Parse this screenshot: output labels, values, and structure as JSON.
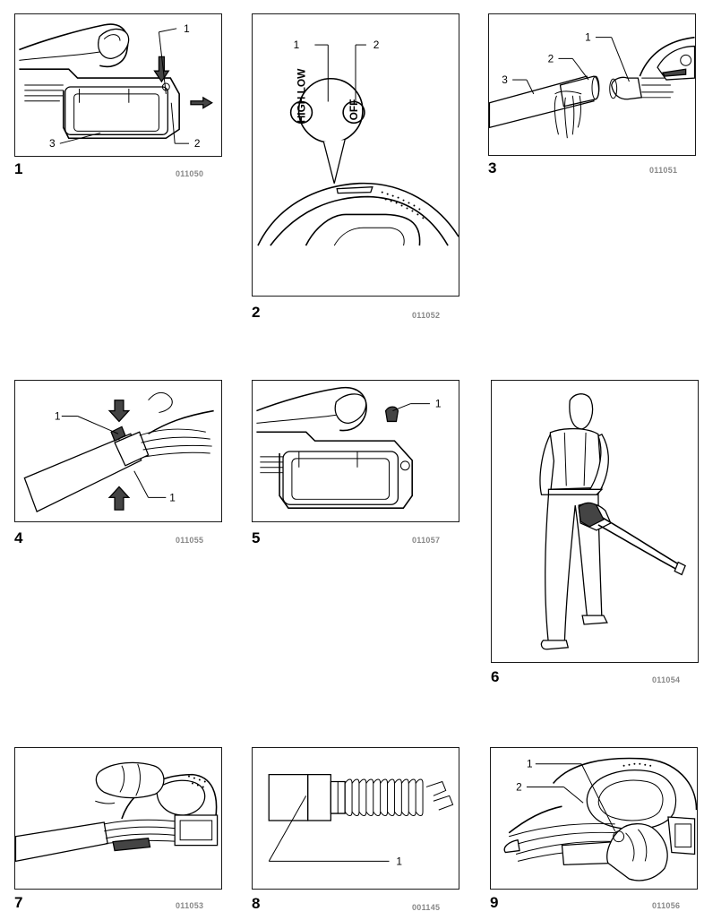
{
  "figures": [
    {
      "number": "1",
      "code": "011050",
      "callouts": [
        "1",
        "2",
        "3"
      ]
    },
    {
      "number": "2",
      "code": "011052",
      "callouts": [
        "1",
        "2"
      ],
      "switch_labels": {
        "speed": "HIGH LOW",
        "off": "OFF"
      }
    },
    {
      "number": "3",
      "code": "011051",
      "callouts": [
        "1",
        "2",
        "3"
      ]
    },
    {
      "number": "4",
      "code": "011055",
      "callouts": [
        "1",
        "1"
      ]
    },
    {
      "number": "5",
      "code": "011057",
      "callouts": [
        "1"
      ]
    },
    {
      "number": "6",
      "code": "011054",
      "callouts": []
    },
    {
      "number": "7",
      "code": "011053",
      "callouts": []
    },
    {
      "number": "8",
      "code": "001145",
      "callouts": [
        "1"
      ]
    },
    {
      "number": "9",
      "code": "011056",
      "callouts": [
        "1",
        "2"
      ]
    }
  ]
}
